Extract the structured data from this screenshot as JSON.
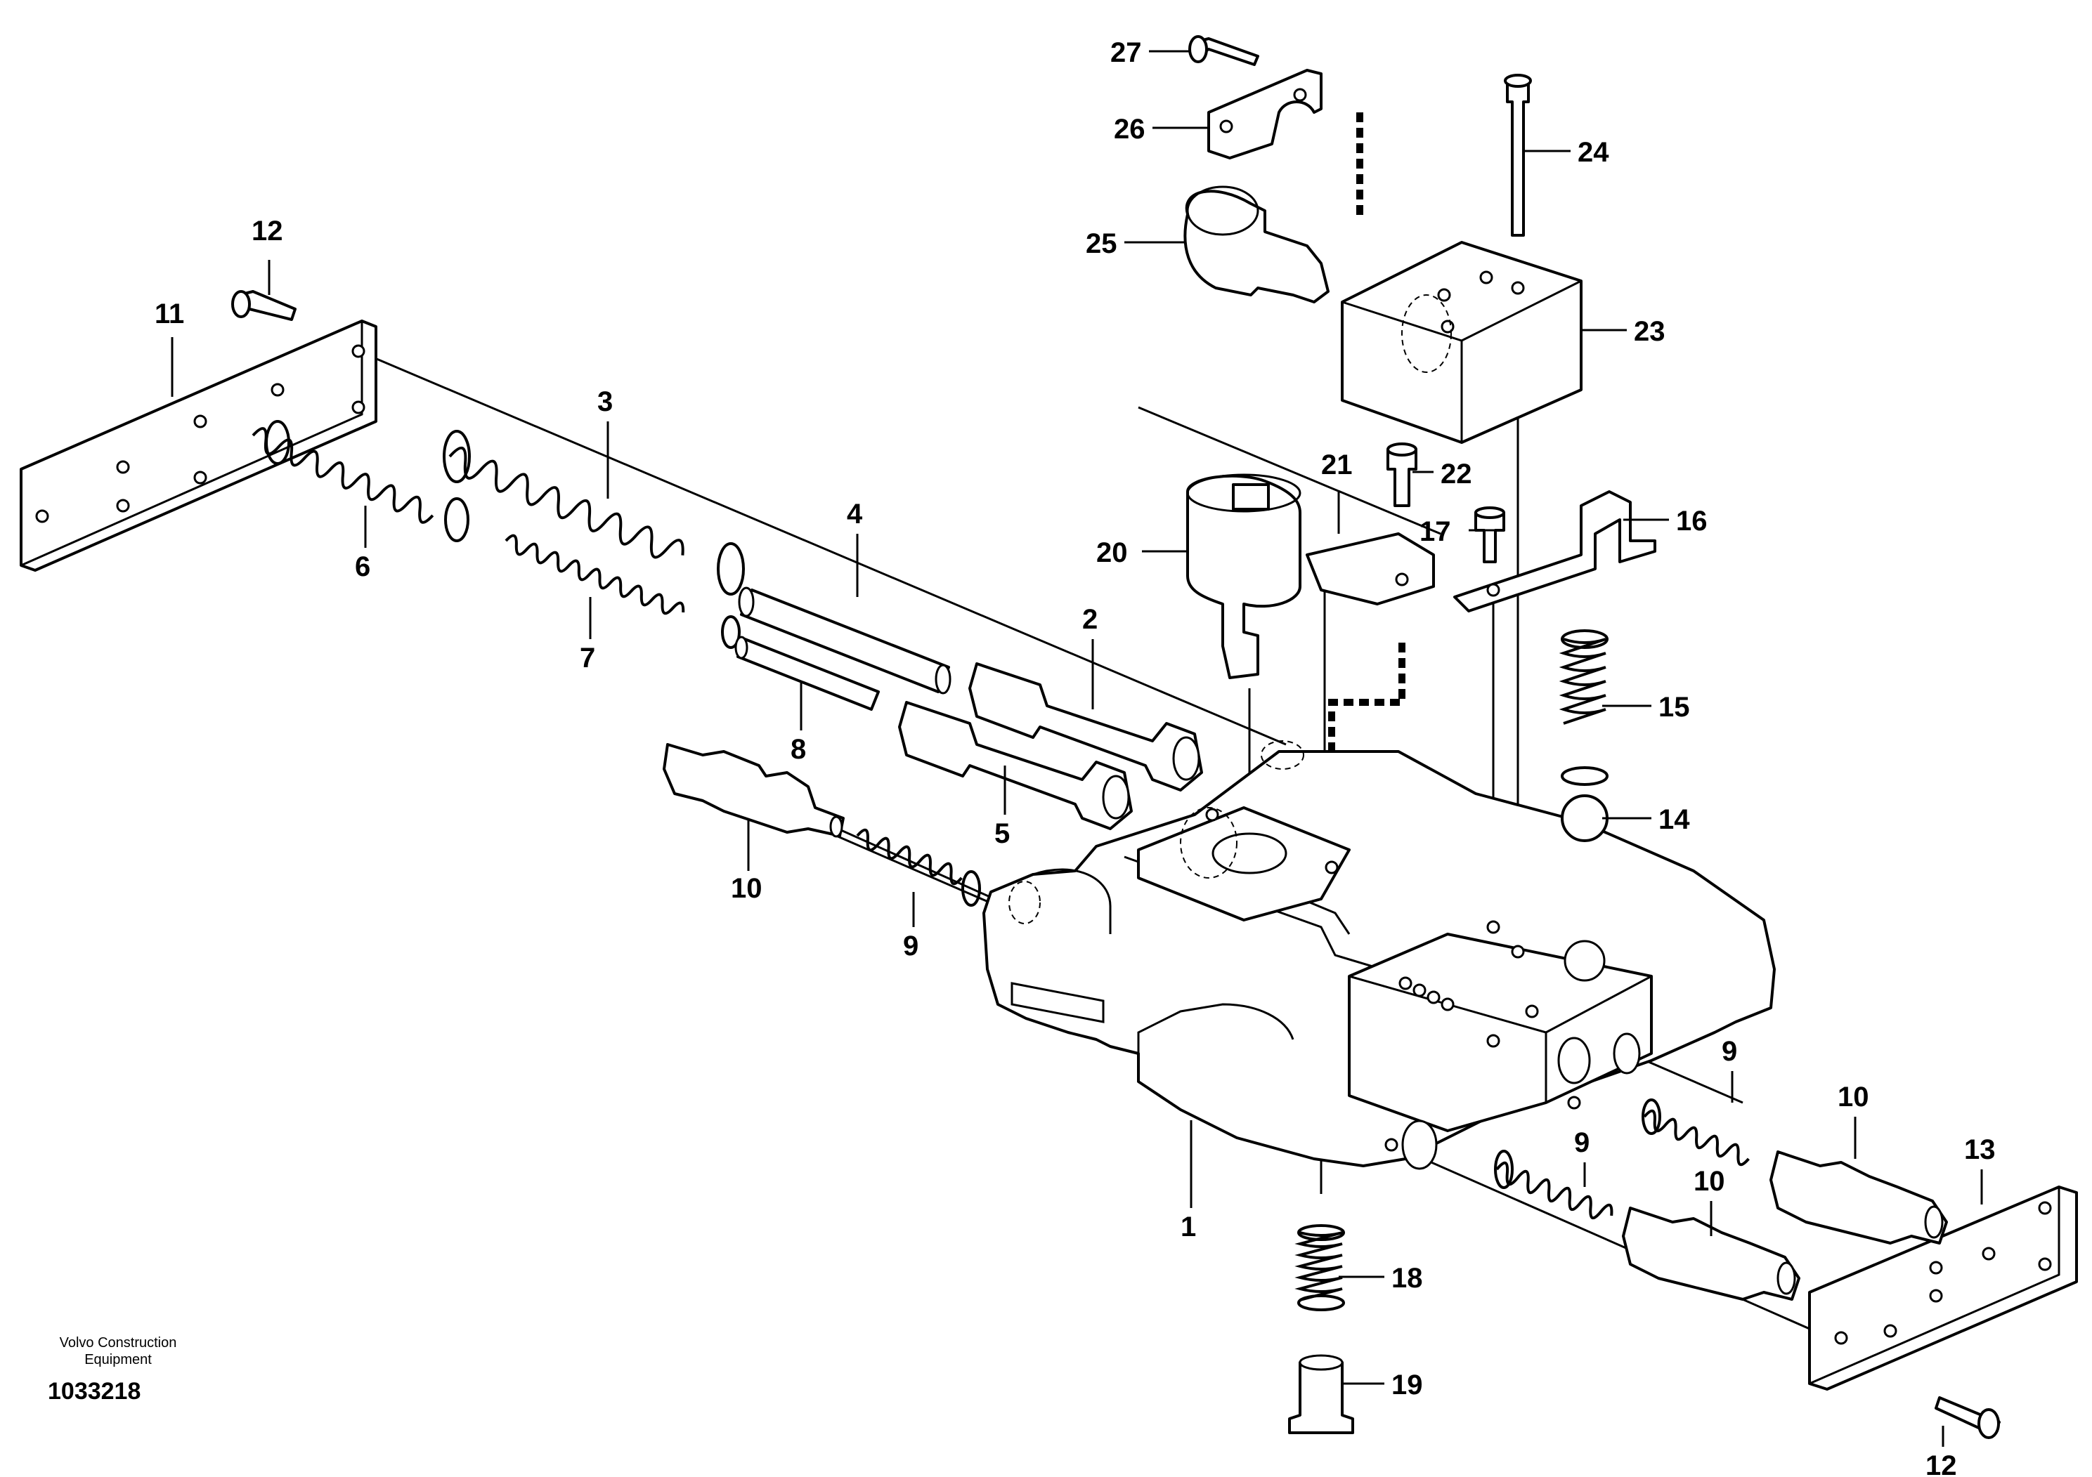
{
  "footer": {
    "company_line1": "Volvo Construction",
    "company_line2": "Equipment",
    "drawing_number": "1033218"
  },
  "callouts": {
    "c1": "1",
    "c2": "2",
    "c3": "3",
    "c4": "4",
    "c5": "5",
    "c6": "6",
    "c7": "7",
    "c8": "8",
    "c9a": "9",
    "c9b": "9",
    "c9c": "9",
    "c10a": "10",
    "c10b": "10",
    "c10c": "10",
    "c11": "11",
    "c12a": "12",
    "c12b": "12",
    "c13": "13",
    "c14": "14",
    "c15": "15",
    "c16": "16",
    "c17": "17",
    "c18": "18",
    "c19": "19",
    "c20": "20",
    "c21": "21",
    "c22": "22",
    "c23": "23",
    "c24": "24",
    "c25": "25",
    "c26": "26",
    "c27": "27"
  }
}
